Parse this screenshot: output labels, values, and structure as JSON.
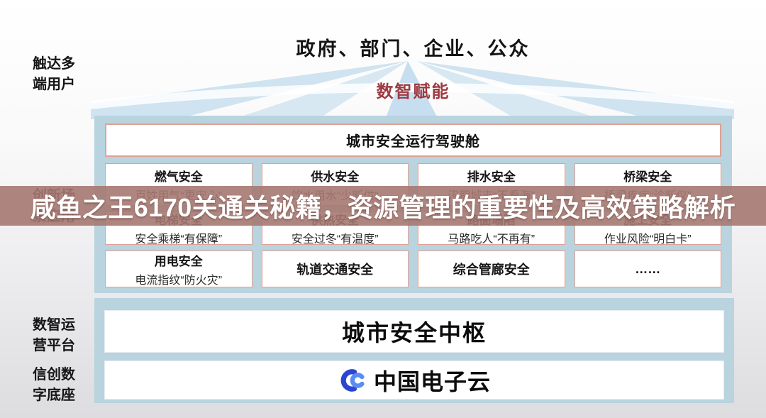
{
  "banner": {
    "headline": "咸鱼之王6170关通关秘籍，资源管理的重要性及高效策略解析"
  },
  "header": {
    "audience_title": "政府、部门、企业、公众",
    "empower_label": "数智赋能"
  },
  "side_labels": {
    "reach": "触达多\n端用户",
    "innovation": "创新场\n景应用",
    "operation": "数智运\n营平台",
    "foundation": "信创数\n字底座"
  },
  "main_panel": {
    "cockpit_title": "城市安全运行驾驶舱",
    "cells": [
      {
        "title": "燃气安全",
        "subtitle": "百姓用气“更安心”"
      },
      {
        "title": "供水安全",
        "subtitle": "饮水用水“少断供”"
      },
      {
        "title": "排水安全",
        "subtitle": "汛期城市“不看海”"
      },
      {
        "title": "桥梁安全",
        "subtitle": "桥梁疾病“诊断仪”"
      },
      {
        "title": "电梯安全",
        "subtitle": "安全乘梯“有保障”"
      },
      {
        "title": "供热安全",
        "subtitle": "安全过冬“有温度”"
      },
      {
        "title": "路面塌陷",
        "subtitle": "马路吃人“不再有”"
      },
      {
        "title": "施工安全",
        "subtitle": "作业风险“明白卡”"
      },
      {
        "title": "用电安全",
        "subtitle": "电流指纹“防火灾”"
      },
      {
        "title": "轨道交通安全",
        "subtitle": ""
      },
      {
        "title": "综合管廊安全",
        "subtitle": ""
      },
      {
        "title": "……",
        "subtitle": ""
      }
    ]
  },
  "bottom_panel": {
    "hub_title": "城市安全中枢",
    "brand_name": "中国电子云"
  },
  "colors": {
    "panel_blue": "#b9d3df",
    "box_border_salmon": "#dfa193",
    "banner_overlay": "rgba(166,121,113,0.9)",
    "empower_red": "#9e3a42",
    "logo_dark_blue": "#2b46d0",
    "logo_light_blue": "#5b8cf2"
  }
}
